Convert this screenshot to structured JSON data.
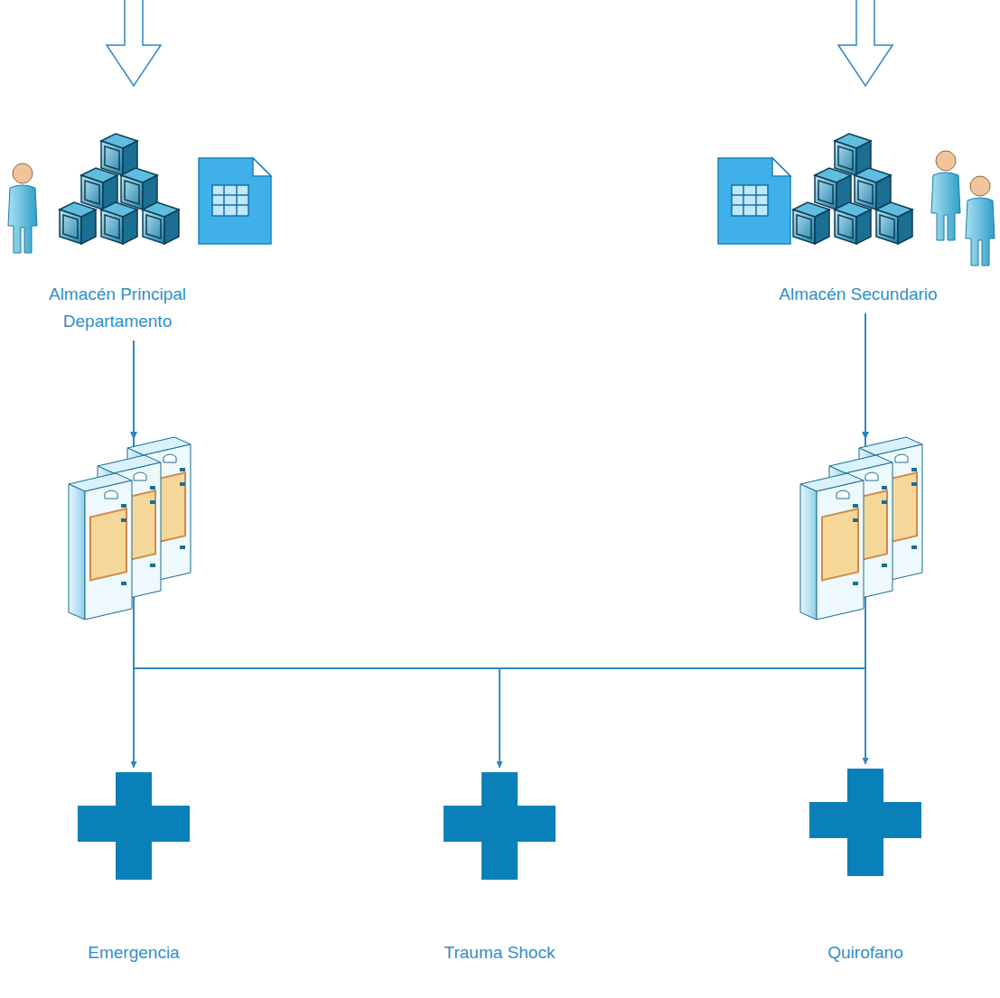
{
  "diagram": {
    "nodes": [
      {
        "text": [
          "Almacén Principal Departamento"
        ]
      },
      {
        "text": [
          "Almacén Secundario"
        ]
      },
      {
        "text": [
          "Emergencia"
        ]
      },
      {
        "text": [
          "Trauma Shock"
        ]
      },
      {
        "text": [
          "Quirofano"
        ]
      }
    ],
    "edges": [
      {
        "from": 0,
        "to": 2,
        "arrow": "to"
      },
      {
        "from": 0,
        "to": 3,
        "arrow": "to"
      },
      {
        "from": 0,
        "to": 4,
        "arrow": "to"
      },
      {
        "from": 1,
        "to": 2,
        "arrow": "to"
      },
      {
        "from": 1,
        "to": 3,
        "arrow": "to"
      },
      {
        "from": 1,
        "to": 4,
        "arrow": "to"
      }
    ]
  }
}
